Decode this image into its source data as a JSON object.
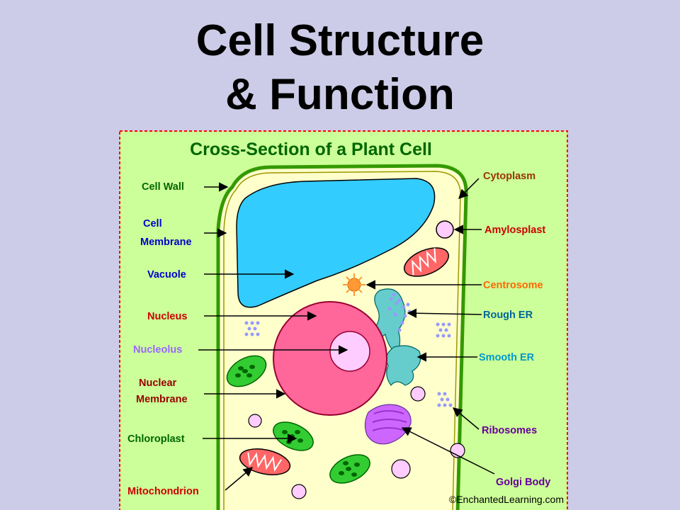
{
  "slide": {
    "title_line1": "Cell Structure",
    "title_line2": "& Function"
  },
  "diagram": {
    "heading": "Cross-Section of a Plant Cell",
    "credit": "©EnchantedLearning.com",
    "colors": {
      "background": "#CCCCE8",
      "panel": "#CCFF99",
      "panel_border": "#FF0000",
      "heading": "#006600",
      "cell_wall": "#339900",
      "cytoplasm": "#FFFFCC",
      "vacuole": "#33CCFF",
      "nucleus": "#FF6699",
      "nucleolus": "#FFCCFF",
      "chloroplast": "#33CC33",
      "mitochondrion": "#FF6666",
      "er": "#66CCCC",
      "golgi": "#CC66FF",
      "centrosome": "#FF9933",
      "ribosome": "#9999FF"
    },
    "labels_left": [
      {
        "key": "cell_wall",
        "line1": "Cell Wall",
        "line2": "",
        "color": "#006600"
      },
      {
        "key": "cell_membrane",
        "line1": "Cell",
        "line2": "Membrane",
        "color": "#0000CC"
      },
      {
        "key": "vacuole",
        "line1": "Vacuole",
        "line2": "",
        "color": "#0000CC"
      },
      {
        "key": "nucleus",
        "line1": "Nucleus",
        "line2": "",
        "color": "#CC0000"
      },
      {
        "key": "nucleolus",
        "line1": "Nucleolus",
        "line2": "",
        "color": "#9966FF"
      },
      {
        "key": "nuclear_membrane",
        "line1": "Nuclear",
        "line2": "Membrane",
        "color": "#990000"
      },
      {
        "key": "chloroplast",
        "line1": "Chloroplast",
        "line2": "",
        "color": "#006600"
      },
      {
        "key": "mitochondrion",
        "line1": "Mitochondrion",
        "line2": "",
        "color": "#CC0000"
      }
    ],
    "labels_right": [
      {
        "key": "cytoplasm",
        "line1": "Cytoplasm",
        "color": "#993300"
      },
      {
        "key": "amylosplast",
        "line1": "Amylosplast",
        "color": "#CC0000"
      },
      {
        "key": "centrosome",
        "line1": "Centrosome",
        "color": "#FF6600"
      },
      {
        "key": "rough_er",
        "line1": "Rough ER",
        "color": "#006699"
      },
      {
        "key": "smooth_er",
        "line1": "Smooth ER",
        "color": "#0099CC"
      },
      {
        "key": "ribosomes",
        "line1": "Ribosomes",
        "color": "#660099"
      },
      {
        "key": "golgi_body",
        "line1": "Golgi Body",
        "color": "#660099"
      }
    ]
  }
}
